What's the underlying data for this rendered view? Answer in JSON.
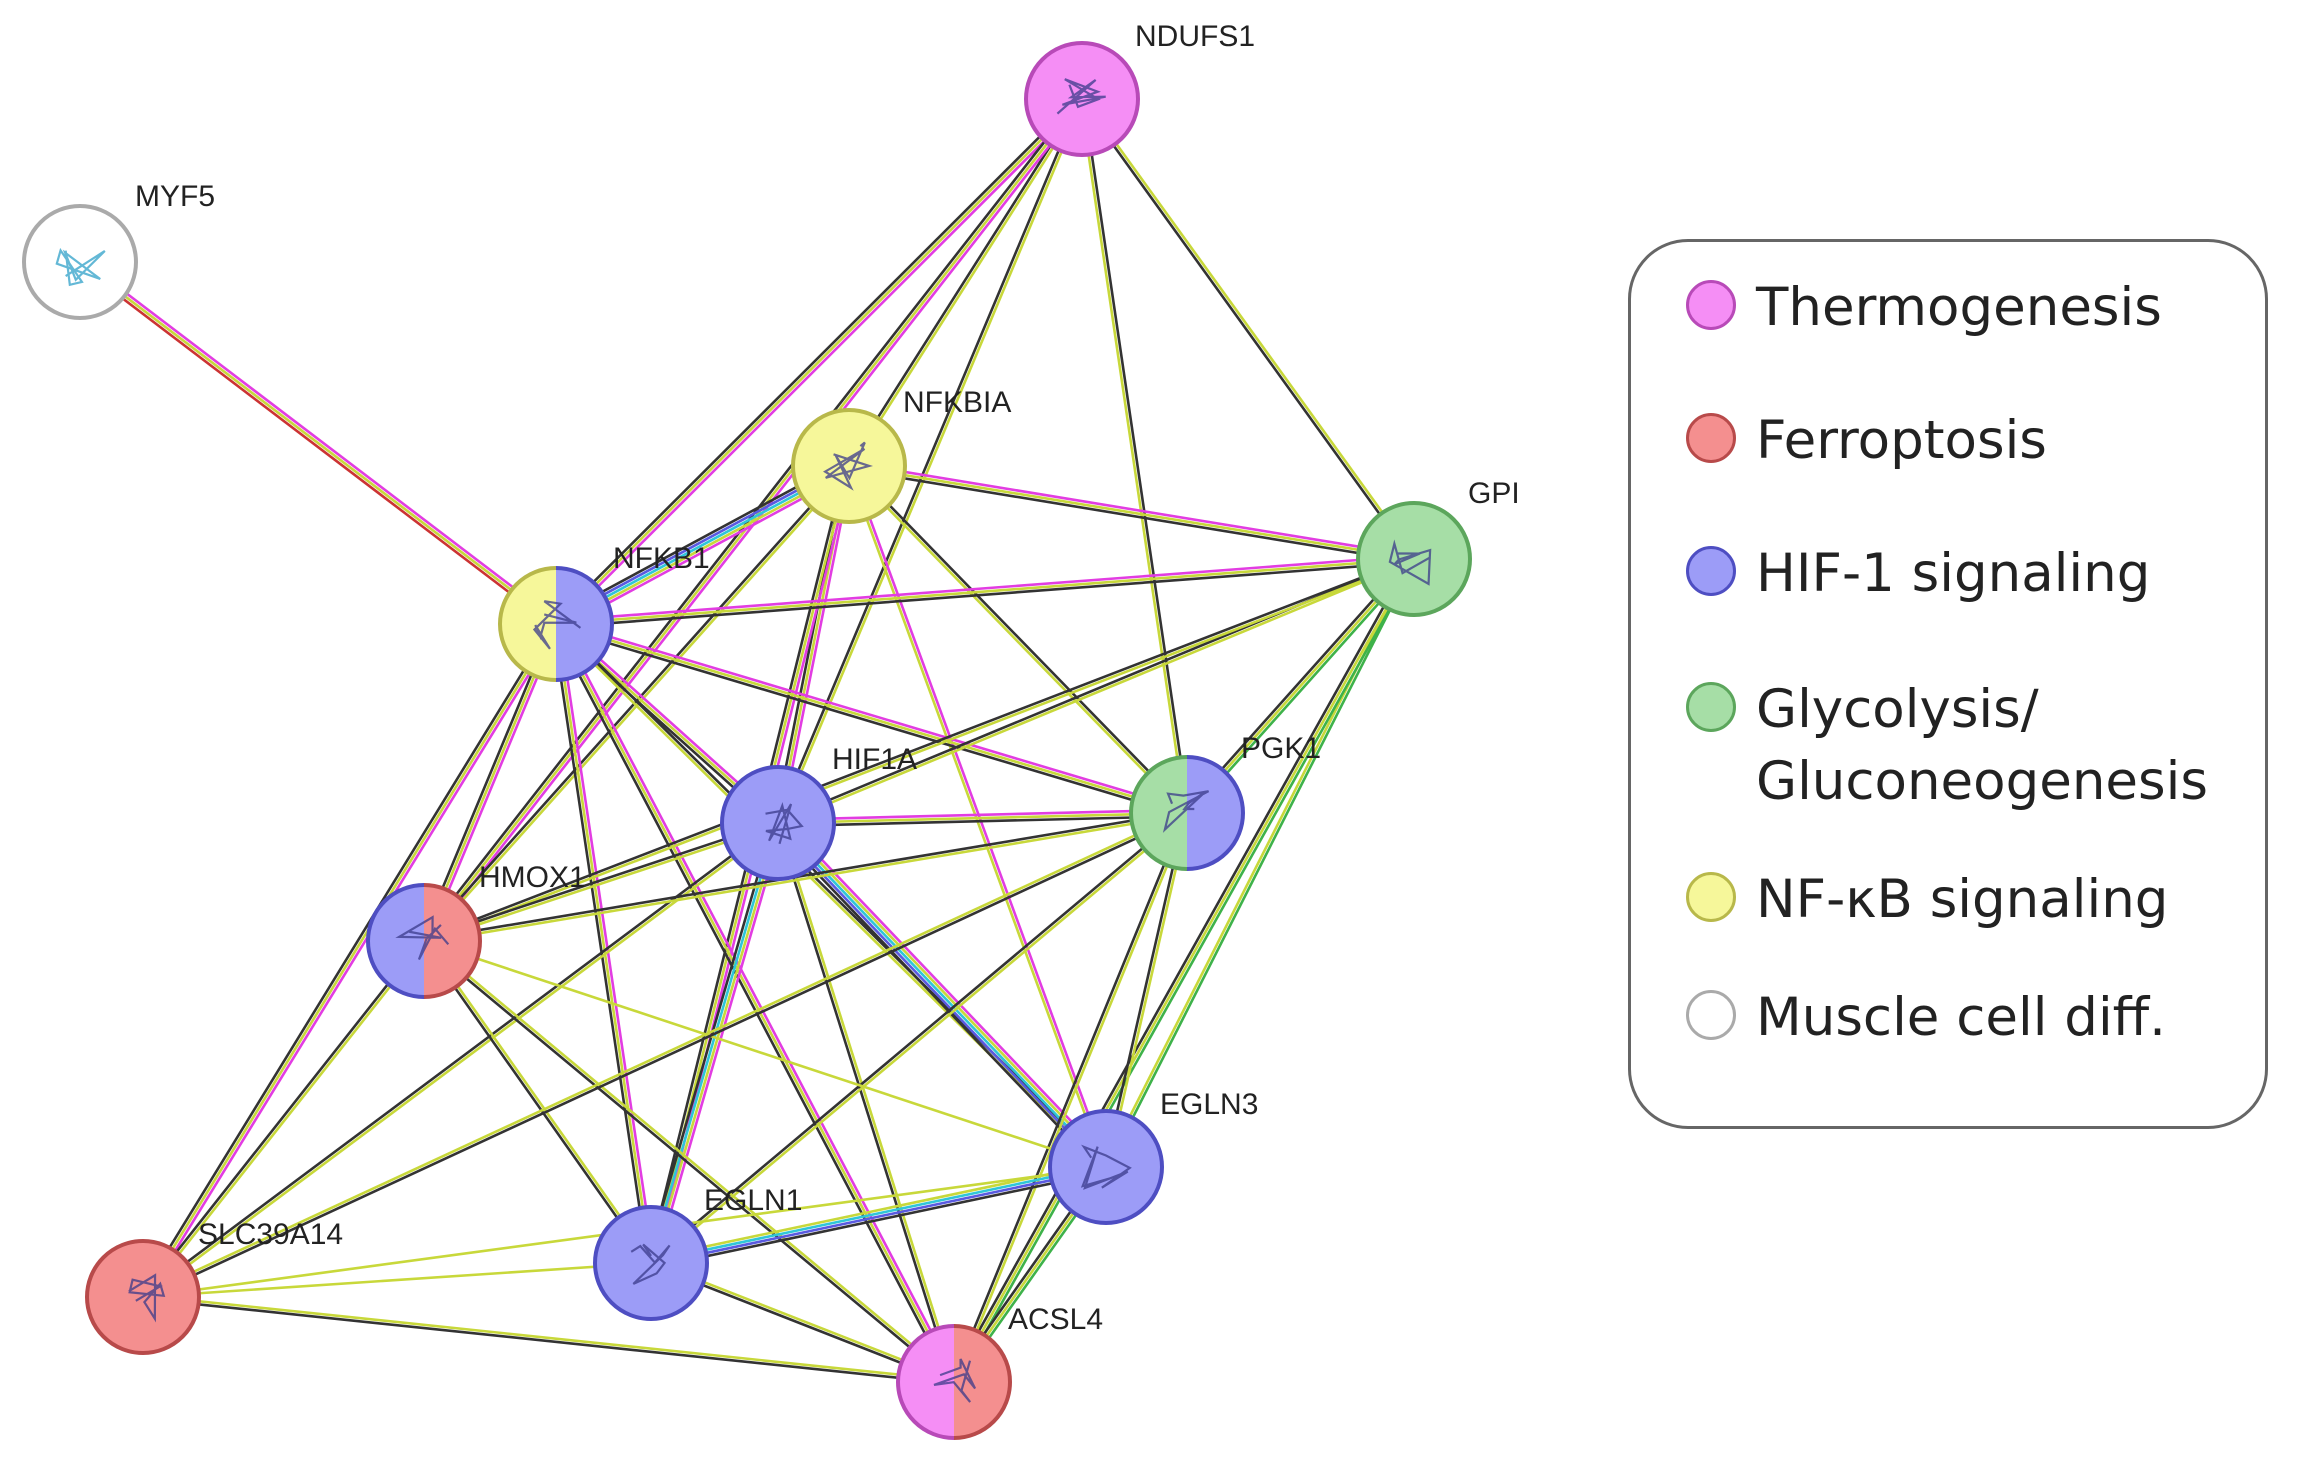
{
  "diagram": {
    "nodes": [
      {
        "id": "NDUFS1",
        "label": "NDUFS1",
        "groups": [
          "thermogenesis"
        ]
      },
      {
        "id": "MYF5",
        "label": "MYF5",
        "groups": [
          "muscle"
        ]
      },
      {
        "id": "NFKBIA",
        "label": "NFKBIA",
        "groups": [
          "nfkb"
        ]
      },
      {
        "id": "GPI",
        "label": "GPI",
        "groups": [
          "glycolysis"
        ]
      },
      {
        "id": "NFKB1",
        "label": "NFKB1",
        "groups": [
          "nfkb",
          "hif1"
        ]
      },
      {
        "id": "HIF1A",
        "label": "HIF1A",
        "groups": [
          "hif1"
        ]
      },
      {
        "id": "PGK1",
        "label": "PGK1",
        "groups": [
          "glycolysis",
          "hif1"
        ]
      },
      {
        "id": "HMOX1",
        "label": "HMOX1",
        "groups": [
          "hif1",
          "ferroptosis"
        ]
      },
      {
        "id": "EGLN3",
        "label": "EGLN3",
        "groups": [
          "hif1"
        ]
      },
      {
        "id": "EGLN1",
        "label": "EGLN1",
        "groups": [
          "hif1"
        ]
      },
      {
        "id": "SLC39A14",
        "label": "SLC39A14",
        "groups": [
          "ferroptosis"
        ]
      },
      {
        "id": "ACSL4",
        "label": "ACSL4",
        "groups": [
          "thermogenesis",
          "ferroptosis"
        ]
      }
    ],
    "edges": [
      {
        "from": "NDUFS1",
        "to": "NFKB1",
        "colors": [
          "magenta",
          "yellow",
          "black"
        ]
      },
      {
        "from": "NDUFS1",
        "to": "NFKBIA",
        "colors": [
          "yellow",
          "black"
        ]
      },
      {
        "from": "NDUFS1",
        "to": "HIF1A",
        "colors": [
          "yellow",
          "black"
        ]
      },
      {
        "from": "NDUFS1",
        "to": "PGK1",
        "colors": [
          "black",
          "yellow"
        ]
      },
      {
        "from": "NDUFS1",
        "to": "GPI",
        "colors": [
          "yellow",
          "black"
        ]
      },
      {
        "from": "NDUFS1",
        "to": "HMOX1",
        "colors": [
          "magenta",
          "yellow",
          "black"
        ]
      },
      {
        "from": "MYF5",
        "to": "NFKB1",
        "colors": [
          "magenta",
          "yellow",
          "red"
        ]
      },
      {
        "from": "NFKBIA",
        "to": "NFKB1",
        "colors": [
          "magenta",
          "yellow",
          "cyan",
          "blue",
          "black"
        ]
      },
      {
        "from": "NFKBIA",
        "to": "GPI",
        "colors": [
          "magenta",
          "yellow",
          "black"
        ]
      },
      {
        "from": "NFKBIA",
        "to": "PGK1",
        "colors": [
          "black",
          "yellow"
        ]
      },
      {
        "from": "NFKBIA",
        "to": "HIF1A",
        "colors": [
          "magenta",
          "yellow",
          "black"
        ]
      },
      {
        "from": "NFKBIA",
        "to": "HMOX1",
        "colors": [
          "yellow",
          "black"
        ]
      },
      {
        "from": "NFKBIA",
        "to": "EGLN3",
        "colors": [
          "magenta",
          "yellow"
        ]
      },
      {
        "from": "NFKBIA",
        "to": "EGLN1",
        "colors": [
          "magenta",
          "yellow",
          "black"
        ]
      },
      {
        "from": "NFKB1",
        "to": "GPI",
        "colors": [
          "magenta",
          "yellow",
          "black"
        ]
      },
      {
        "from": "NFKB1",
        "to": "PGK1",
        "colors": [
          "magenta",
          "yellow",
          "black"
        ]
      },
      {
        "from": "NFKB1",
        "to": "HIF1A",
        "colors": [
          "magenta",
          "yellow",
          "black"
        ]
      },
      {
        "from": "NFKB1",
        "to": "HMOX1",
        "colors": [
          "magenta",
          "yellow",
          "black"
        ]
      },
      {
        "from": "NFKB1",
        "to": "EGLN1",
        "colors": [
          "magenta",
          "yellow",
          "black"
        ]
      },
      {
        "from": "NFKB1",
        "to": "EGLN3",
        "colors": [
          "black",
          "yellow"
        ]
      },
      {
        "from": "NFKB1",
        "to": "ACSL4",
        "colors": [
          "magenta",
          "yellow",
          "black"
        ]
      },
      {
        "from": "NFKB1",
        "to": "SLC39A14",
        "colors": [
          "magenta",
          "yellow",
          "black"
        ]
      },
      {
        "from": "GPI",
        "to": "HIF1A",
        "colors": [
          "yellow",
          "black"
        ]
      },
      {
        "from": "GPI",
        "to": "PGK1",
        "colors": [
          "green",
          "yellow",
          "black"
        ]
      },
      {
        "from": "GPI",
        "to": "EGLN3",
        "colors": [
          "green",
          "yellow"
        ]
      },
      {
        "from": "GPI",
        "to": "ACSL4",
        "colors": [
          "green",
          "yellow",
          "black"
        ]
      },
      {
        "from": "GPI",
        "to": "HMOX1",
        "colors": [
          "yellow",
          "black"
        ]
      },
      {
        "from": "HIF1A",
        "to": "PGK1",
        "colors": [
          "magenta",
          "yellow",
          "black"
        ]
      },
      {
        "from": "HIF1A",
        "to": "HMOX1",
        "colors": [
          "yellow",
          "black"
        ]
      },
      {
        "from": "HIF1A",
        "to": "EGLN1",
        "colors": [
          "magenta",
          "yellow",
          "cyan",
          "black"
        ]
      },
      {
        "from": "HIF1A",
        "to": "EGLN3",
        "colors": [
          "magenta",
          "yellow",
          "cyan",
          "blue",
          "black"
        ]
      },
      {
        "from": "HIF1A",
        "to": "ACSL4",
        "colors": [
          "yellow",
          "black"
        ]
      },
      {
        "from": "HIF1A",
        "to": "SLC39A14",
        "colors": [
          "yellow",
          "black"
        ]
      },
      {
        "from": "PGK1",
        "to": "HMOX1",
        "colors": [
          "yellow",
          "black"
        ]
      },
      {
        "from": "PGK1",
        "to": "EGLN1",
        "colors": [
          "yellow",
          "black"
        ]
      },
      {
        "from": "PGK1",
        "to": "EGLN3",
        "colors": [
          "yellow",
          "black"
        ]
      },
      {
        "from": "PGK1",
        "to": "ACSL4",
        "colors": [
          "yellow",
          "black"
        ]
      },
      {
        "from": "HMOX1",
        "to": "EGLN1",
        "colors": [
          "yellow",
          "black"
        ]
      },
      {
        "from": "HMOX1",
        "to": "EGLN3",
        "colors": [
          "yellow"
        ]
      },
      {
        "from": "HMOX1",
        "to": "ACSL4",
        "colors": [
          "yellow",
          "black"
        ]
      },
      {
        "from": "HMOX1",
        "to": "SLC39A14",
        "colors": [
          "yellow",
          "black"
        ]
      },
      {
        "from": "EGLN1",
        "to": "EGLN3",
        "colors": [
          "yellow",
          "cyan",
          "blue",
          "black"
        ]
      },
      {
        "from": "EGLN1",
        "to": "ACSL4",
        "colors": [
          "yellow",
          "black"
        ]
      },
      {
        "from": "EGLN3",
        "to": "ACSL4",
        "colors": [
          "green",
          "yellow",
          "black"
        ]
      },
      {
        "from": "SLC39A14",
        "to": "ACSL4",
        "colors": [
          "yellow",
          "black"
        ]
      },
      {
        "from": "SLC39A14",
        "to": "EGLN1",
        "colors": [
          "yellow"
        ]
      },
      {
        "from": "SLC39A14",
        "to": "PGK1",
        "colors": [
          "yellow",
          "black"
        ]
      },
      {
        "from": "EGLN3",
        "to": "SLC39A14",
        "colors": [
          "yellow"
        ]
      }
    ]
  },
  "legend": {
    "items": [
      {
        "key": "thermogenesis",
        "label": "Thermogenesis"
      },
      {
        "key": "ferroptosis",
        "label": "Ferroptosis"
      },
      {
        "key": "hif1",
        "label": "HIF-1 signaling"
      },
      {
        "key": "glycolysis",
        "label": "Glycolysis/\nGluconeogenesis"
      },
      {
        "key": "nfkb",
        "label": "NF-κB signaling"
      },
      {
        "key": "muscle",
        "label": "Muscle cell diff."
      }
    ]
  },
  "colors": {
    "group_fill": {
      "thermogenesis": "#f58ef5",
      "ferroptosis": "#f48f8f",
      "hif1": "#9c9cf7",
      "glycolysis": "#a6dea6",
      "nfkb": "#f6f79a",
      "muscle": "#ffffff"
    },
    "group_stroke": {
      "thermogenesis": "#b84ab8",
      "ferroptosis": "#b84a4a",
      "hif1": "#4e4ec2",
      "glycolysis": "#5ca65c",
      "nfkb": "#b8b84a",
      "muscle": "#aaaaaa"
    },
    "edge": {
      "magenta": "#e23de2",
      "yellow": "#c8d83a",
      "black": "#333333",
      "cyan": "#2fc6d8",
      "blue": "#5a5ae0",
      "green": "#3eb24a",
      "red": "#cc3333"
    },
    "legend_border": "#666666"
  }
}
